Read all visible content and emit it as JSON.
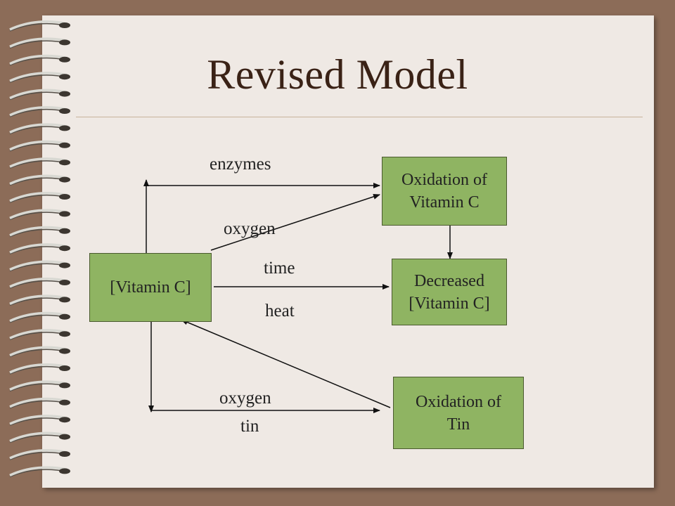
{
  "title": "Revised Model",
  "nodes": {
    "vitamin_c": "[Vitamin C]",
    "oxidation_vitamin_c": "Oxidation of\nVitamin C",
    "decreased_vitamin_c": "Decreased\n[Vitamin C]",
    "oxidation_tin": "Oxidation of\nTin"
  },
  "labels": {
    "enzymes": "enzymes",
    "oxygen_top": "oxygen",
    "time": "time",
    "heat": "heat",
    "oxygen_bottom": "oxygen",
    "tin": "tin"
  },
  "colors": {
    "background": "#8c6c58",
    "slide": "#efe9e4",
    "node_fill": "#8fb462",
    "title": "#3a2216"
  }
}
